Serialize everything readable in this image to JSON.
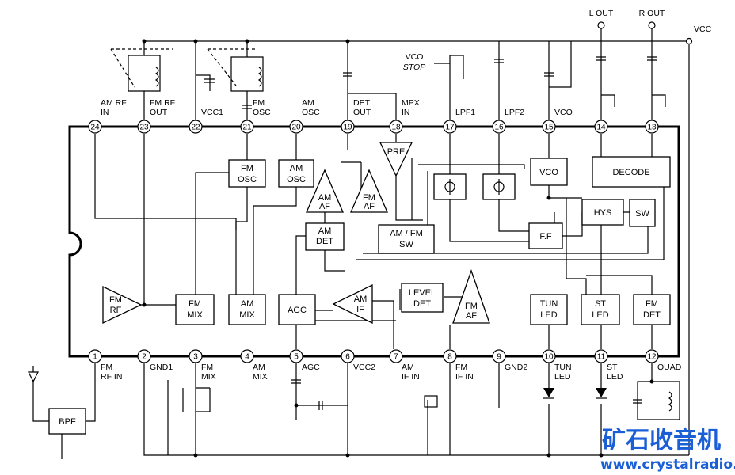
{
  "pins_top": [
    {
      "num": "24",
      "label": [
        "AM  RF",
        "IN"
      ]
    },
    {
      "num": "23",
      "label": [
        "FM  RF",
        "OUT"
      ]
    },
    {
      "num": "22",
      "label": [
        "VCC1"
      ]
    },
    {
      "num": "21",
      "label": [
        "FM",
        "OSC"
      ]
    },
    {
      "num": "20",
      "label": [
        "AM",
        "OSC"
      ]
    },
    {
      "num": "19",
      "label": [
        "DET",
        "OUT"
      ]
    },
    {
      "num": "18",
      "label": [
        "MPX",
        "IN"
      ]
    },
    {
      "num": "17",
      "label": [
        "LPF1"
      ]
    },
    {
      "num": "16",
      "label": [
        "LPF2"
      ]
    },
    {
      "num": "15",
      "label": [
        "VCO"
      ]
    },
    {
      "num": "14",
      "label": []
    },
    {
      "num": "13",
      "label": []
    }
  ],
  "pins_bottom": [
    {
      "num": "1",
      "label": [
        "FM",
        "RF IN"
      ]
    },
    {
      "num": "2",
      "label": [
        "GND1"
      ]
    },
    {
      "num": "3",
      "label": [
        "FM",
        "MIX"
      ]
    },
    {
      "num": "4",
      "label": [
        "AM",
        "MIX"
      ]
    },
    {
      "num": "5",
      "label": [
        "AGC"
      ]
    },
    {
      "num": "6",
      "label": [
        "VCC2"
      ]
    },
    {
      "num": "7",
      "label": [
        "AM",
        "IF IN"
      ]
    },
    {
      "num": "8",
      "label": [
        "FM",
        "IF IN"
      ]
    },
    {
      "num": "9",
      "label": [
        "GND2"
      ]
    },
    {
      "num": "10",
      "label": [
        "TUN",
        "LED"
      ]
    },
    {
      "num": "11",
      "label": [
        "ST",
        "LED"
      ]
    },
    {
      "num": "12",
      "label": [
        "QUAD"
      ]
    }
  ],
  "blocks": {
    "fm_osc": [
      "FM",
      "OSC"
    ],
    "am_osc": [
      "AM",
      "OSC"
    ],
    "vco": [
      "VCO"
    ],
    "decode": [
      "DECODE"
    ],
    "am_af": [
      "AM",
      "AF"
    ],
    "fm_af_top": [
      "FM",
      "AF"
    ],
    "pre": [
      "PRE"
    ],
    "am_det": [
      "AM",
      "DET"
    ],
    "am_fm_sw": [
      "AM / FM",
      "SW"
    ],
    "hys": [
      "HYS"
    ],
    "sw": [
      "SW"
    ],
    "ff": [
      "F.F"
    ],
    "fm_rf": [
      "FM",
      "RF"
    ],
    "fm_mix": [
      "FM",
      "MIX"
    ],
    "am_mix": [
      "AM",
      "MIX"
    ],
    "agc": [
      "AGC"
    ],
    "am_if": [
      "AM",
      "IF"
    ],
    "level_det": [
      "LEVEL",
      "DET"
    ],
    "fm_af_bottom": [
      "FM",
      "AF"
    ],
    "tun_led": [
      "TUN",
      "LED"
    ],
    "st_led": [
      "ST",
      "LED"
    ],
    "fm_det": [
      "FM",
      "DET"
    ],
    "bpf": [
      "BPF"
    ]
  },
  "external": {
    "l_out": "L OUT",
    "r_out": "R OUT",
    "vcc": "VCC",
    "vco_stop": [
      "VCO",
      "STOP"
    ]
  },
  "watermark": {
    "cn": "矿石收音机",
    "url": "www.crystalradio.cn"
  }
}
